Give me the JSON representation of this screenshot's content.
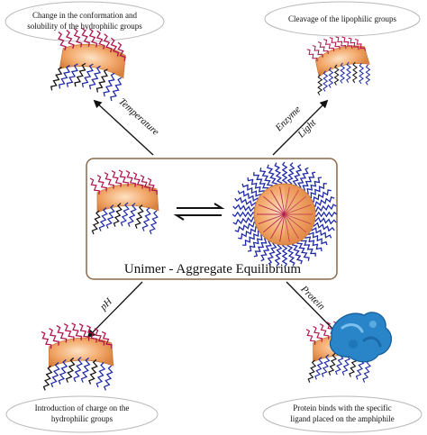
{
  "center": {
    "title": "Unimer - Aggregate Equilibrium"
  },
  "callouts": {
    "top_left": [
      "Change in the conformation and",
      "solubility of the hydrophilic groups"
    ],
    "top_right": [
      "Cleavage of the lipophilic groups"
    ],
    "bottom_left": [
      "Introduction of charge on the",
      "hydrophilic groups"
    ],
    "bottom_right": [
      "Protein binds with the specific",
      "ligand placed on the amphiphile"
    ]
  },
  "arrows": {
    "temperature": "Temperature",
    "enzyme": "Enzyme",
    "light": "Light",
    "ph": "pH",
    "protein": "Protein"
  },
  "colors": {
    "tail": "#1f2aa8",
    "head": "#b0124a",
    "core": "#f2a86a",
    "protein": "#2a84c8",
    "outline": "#8a6a4a"
  }
}
